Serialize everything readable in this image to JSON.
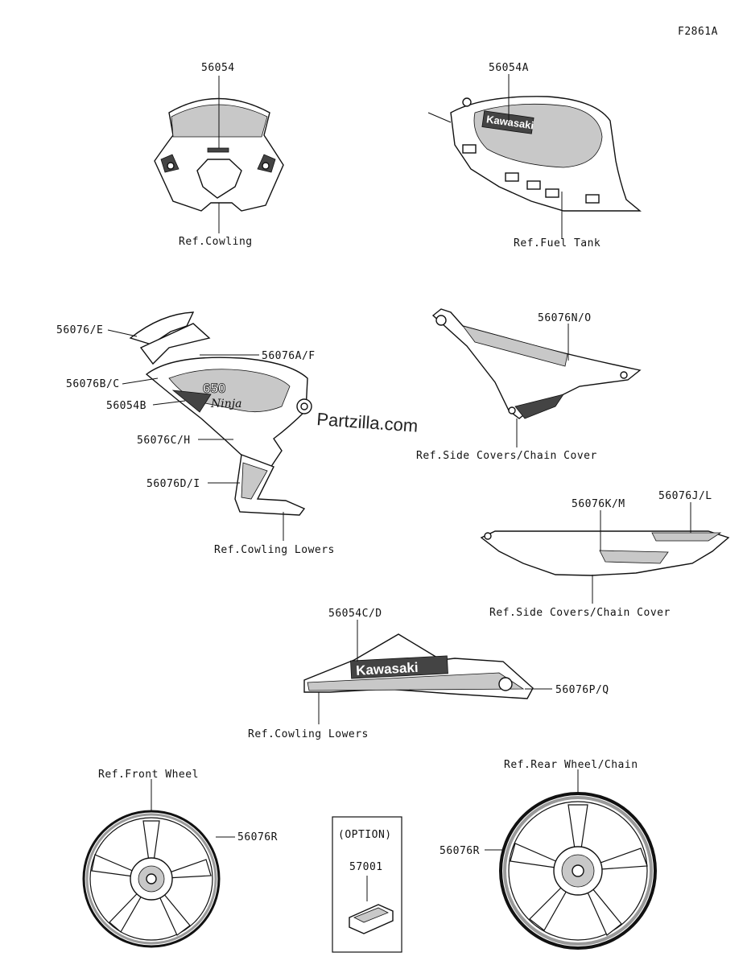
{
  "figure_id": "F2861A",
  "watermark": "Partzilla.com",
  "parts": {
    "p56054": "56054",
    "p56054A": "56054A",
    "p56076E": "56076/E",
    "p56076AF": "56076A/F",
    "p56076BC": "56076B/C",
    "p56054B": "56054B",
    "p56076CH": "56076C/H",
    "p56076DI": "56076D/I",
    "p56076NO": "56076N/O",
    "p56076KM": "56076K/M",
    "p56076JL": "56076J/L",
    "p56054CD": "56054C/D",
    "p56076PQ": "56076P/Q",
    "p56076R_front": "56076R",
    "p56076R_rear": "56076R",
    "p57001": "57001"
  },
  "refs": {
    "cowling": "Ref.Cowling",
    "fuel_tank": "Ref.Fuel Tank",
    "cowling_lowers_1": "Ref.Cowling Lowers",
    "side_covers_1": "Ref.Side Covers/Chain Cover",
    "side_covers_2": "Ref.Side Covers/Chain Cover",
    "cowling_lowers_2": "Ref.Cowling Lowers",
    "front_wheel": "Ref.Front Wheel",
    "rear_wheel": "Ref.Rear Wheel/Chain"
  },
  "option_label": "(OPTION)",
  "decal_text": {
    "kawasaki_tank": "Kawasaki",
    "kawasaki_lower": "Kawasaki",
    "ninja": "Ninja",
    "model": "650"
  }
}
